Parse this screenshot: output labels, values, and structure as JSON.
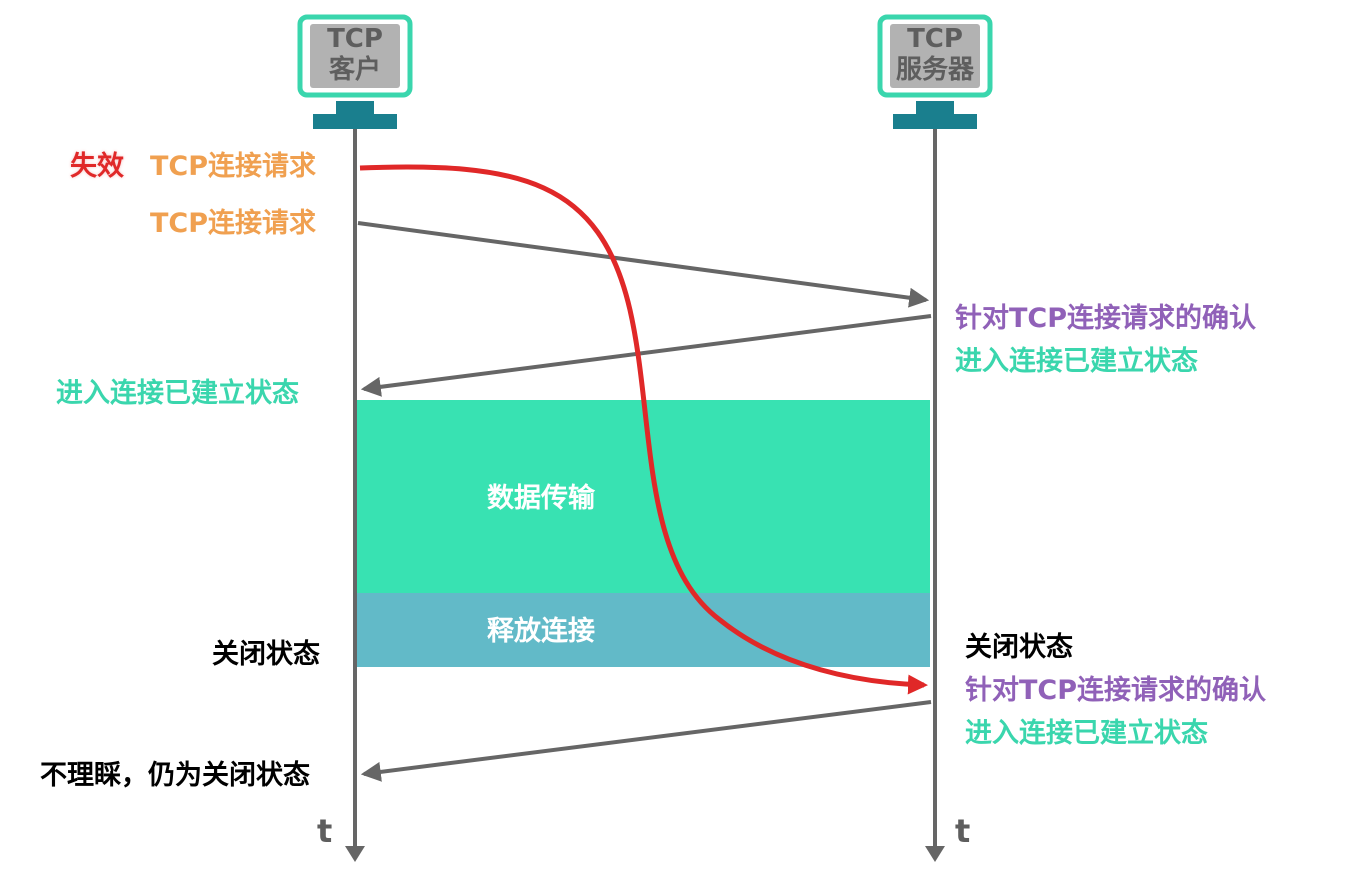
{
  "client": {
    "line1": "TCP",
    "line2": "客户"
  },
  "server": {
    "line1": "TCP",
    "line2": "服务器"
  },
  "labels": {
    "invalid_prefix": "失效",
    "invalid_request": "TCP连接请求",
    "request": "TCP连接请求",
    "server_ack_1": "针对TCP连接请求的确认",
    "server_established_1": "进入连接已建立状态",
    "client_established": "进入连接已建立状态",
    "data_transfer": "数据传输",
    "release": "释放连接",
    "client_closed": "关闭状态",
    "server_closed": "关闭状态",
    "server_ack_2": "针对TCP连接请求的确认",
    "server_established_2": "进入连接已建立状态",
    "client_ignore": "不理睬，仍为关闭状态",
    "time_client": "t",
    "time_server": "t"
  },
  "colors": {
    "request_label": "#f0a050",
    "invalid": "#e02828",
    "established": "#3ad6ad",
    "ack": "#9061b8",
    "data_band": "#38e2b2",
    "release_band": "#62bac8",
    "host_border": "#3ad6ad",
    "host_stand": "#1a7f8e",
    "arrow": "#666666"
  }
}
